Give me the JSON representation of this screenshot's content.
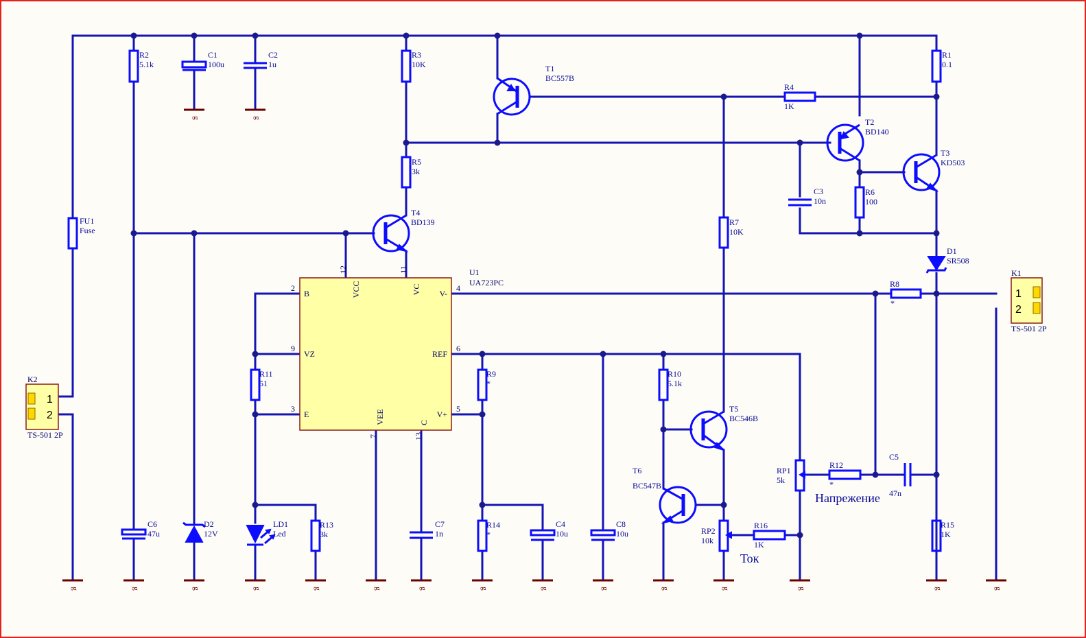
{
  "components": {
    "R2": {
      "ref": "R2",
      "value": "5.1k"
    },
    "C1": {
      "ref": "C1",
      "value": "100u"
    },
    "C2": {
      "ref": "C2",
      "value": "1u"
    },
    "R3": {
      "ref": "R3",
      "value": "10K"
    },
    "T1": {
      "ref": "T1",
      "value": "BC557B"
    },
    "R4": {
      "ref": "R4",
      "value": "1K"
    },
    "R1": {
      "ref": "R1",
      "value": "0.1"
    },
    "T2": {
      "ref": "T2",
      "value": "BD140"
    },
    "T3": {
      "ref": "T3",
      "value": "KD503"
    },
    "R5": {
      "ref": "R5",
      "value": "3k"
    },
    "C3": {
      "ref": "C3",
      "value": "10n"
    },
    "R6": {
      "ref": "R6",
      "value": "100"
    },
    "T4": {
      "ref": "T4",
      "value": "BD139"
    },
    "R7": {
      "ref": "R7",
      "value": "10K"
    },
    "D1": {
      "ref": "D1",
      "value": "SR508"
    },
    "FU1": {
      "ref": "FU1",
      "value": "Fuse"
    },
    "U1": {
      "ref": "U1",
      "value": "UA723PC"
    },
    "R8": {
      "ref": "R8",
      "value": "*"
    },
    "K1": {
      "ref": "K1",
      "value": "TS-501 2P"
    },
    "K2": {
      "ref": "K2",
      "value": "TS-501 2P"
    },
    "R11": {
      "ref": "R11",
      "value": "51"
    },
    "R9": {
      "ref": "R9",
      "value": "*"
    },
    "R10": {
      "ref": "R10",
      "value": "5.1k"
    },
    "T5": {
      "ref": "T5",
      "value": "BC546B"
    },
    "T6": {
      "ref": "T6",
      "value": "BC547B"
    },
    "RP1": {
      "ref": "RP1",
      "value": "5k"
    },
    "R12": {
      "ref": "R12",
      "value": "*"
    },
    "C5": {
      "ref": "C5",
      "value": "47n"
    },
    "C6": {
      "ref": "C6",
      "value": "47u"
    },
    "D2": {
      "ref": "D2",
      "value": "12V"
    },
    "LD1": {
      "ref": "LD1",
      "value": "Led"
    },
    "R13": {
      "ref": "R13",
      "value": "3k"
    },
    "C7": {
      "ref": "C7",
      "value": "1n"
    },
    "R14": {
      "ref": "R14",
      "value": "*"
    },
    "C4": {
      "ref": "C4",
      "value": "10u"
    },
    "C8": {
      "ref": "C8",
      "value": "10u"
    },
    "RP2": {
      "ref": "RP2",
      "value": "10k"
    },
    "R16": {
      "ref": "R16",
      "value": "1K"
    },
    "R15": {
      "ref": "R15",
      "value": "1K"
    }
  },
  "ic_pins": {
    "B": "B",
    "VZ": "VZ",
    "E": "E",
    "VCC": "VCC",
    "VC": "VC",
    "VEE": "VEE",
    "C": "C",
    "Vminus": "V-",
    "REF": "REF",
    "Vplus": "V+",
    "n2": "2",
    "n9": "9",
    "n3": "3",
    "n12": "12",
    "n11": "11",
    "n7": "7",
    "n13": "13",
    "n4": "4",
    "n6": "6",
    "n5": "5"
  },
  "connector_pins": {
    "p1": "1",
    "p2": "2"
  },
  "ground_label": "g",
  "labels": {
    "voltage": "Напрежение",
    "current": "Ток"
  },
  "colors": {
    "wire": "#1414b4",
    "component": "#0c0cff",
    "ground": "#6b0000",
    "ic_fill": "#ffffa6",
    "border": "#e8201b"
  }
}
